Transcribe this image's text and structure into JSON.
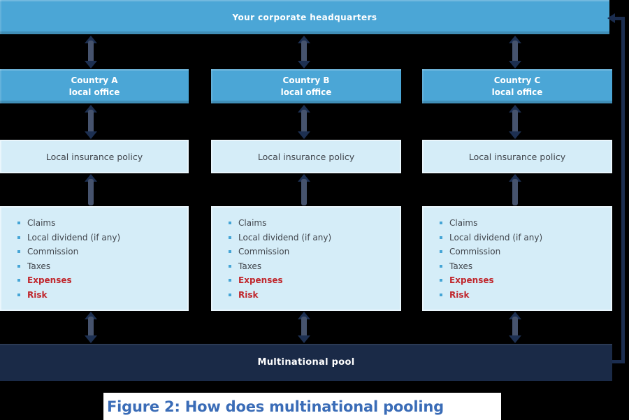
{
  "headquarters": {
    "label": "Your corporate headquarters"
  },
  "columns": [
    {
      "office": {
        "line1": "Country A",
        "line2": "local office"
      },
      "policy": "Local insurance policy"
    },
    {
      "office": {
        "line1": "Country B",
        "line2": "local office"
      },
      "policy": "Local insurance policy"
    },
    {
      "office": {
        "line1": "Country C",
        "line2": "local office"
      },
      "policy": "Local insurance policy"
    }
  ],
  "benefit_items": [
    {
      "label": "Claims",
      "emphasis": false
    },
    {
      "label": "Local dividend (if any)",
      "emphasis": false
    },
    {
      "label": "Commission",
      "emphasis": false
    },
    {
      "label": "Taxes",
      "emphasis": false
    },
    {
      "label": "Expenses",
      "emphasis": true
    },
    {
      "label": "Risk",
      "emphasis": true
    }
  ],
  "pool": {
    "label": "Multinational pool"
  },
  "caption": {
    "text": "Figure 2: How does multinational pooling"
  },
  "colors": {
    "primary_blue": "#4BA6D6",
    "light_blue": "#D5EDF8",
    "dark_navy": "#1A2A47",
    "arrow_navy": "#1D3052",
    "arrow_shaft": "#46536D",
    "emphasis_red": "#C0272D",
    "caption_blue": "#3A6CB7",
    "caption_background": "#FFFFFF",
    "page_background": "#000000"
  }
}
